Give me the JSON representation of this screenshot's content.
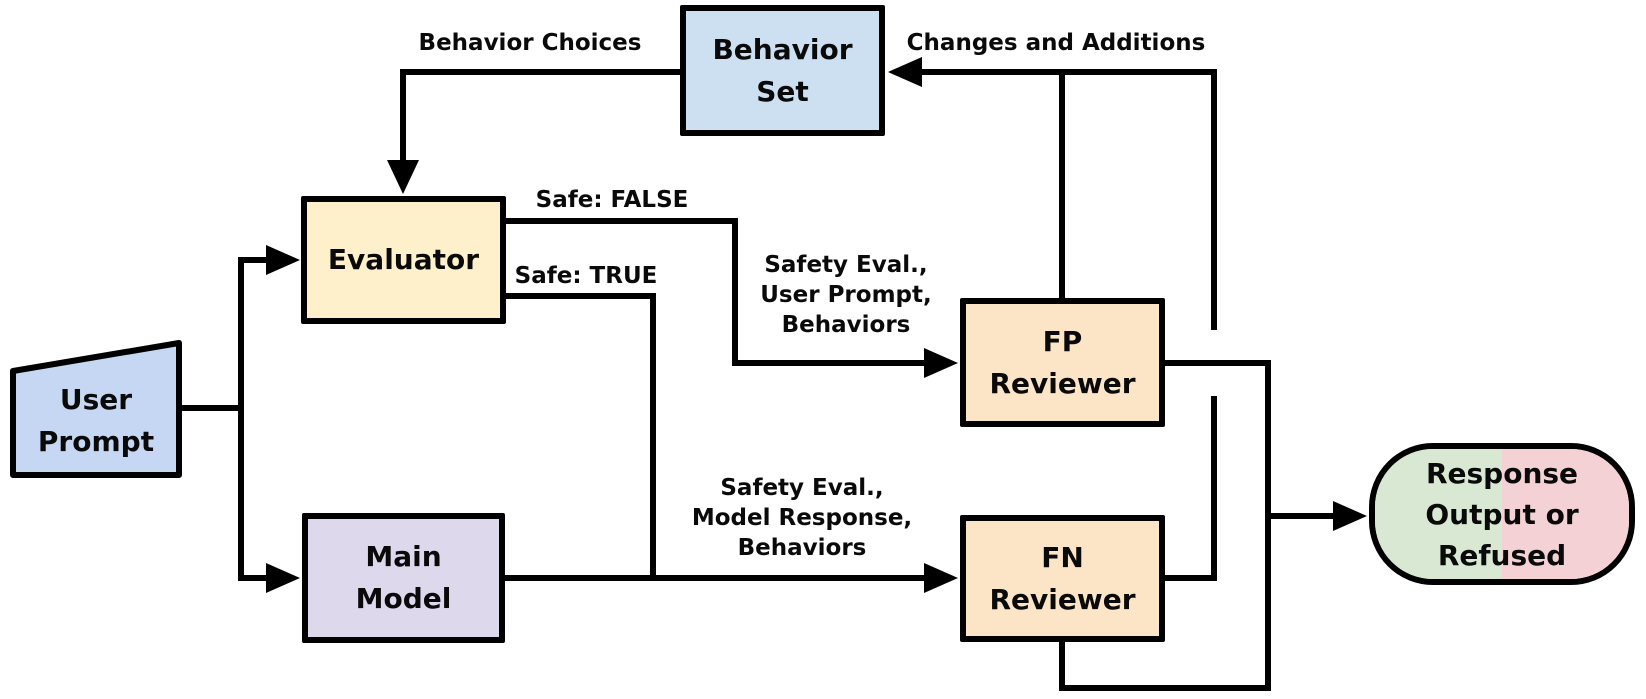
{
  "canvas": {
    "background": "#ffffff",
    "line_color": "#000000"
  },
  "nodes": {
    "user_prompt": {
      "label": "User\nPrompt",
      "fill": "#c5d7f2",
      "shape": "manual-input-trapezoid"
    },
    "evaluator": {
      "label": "Evaluator",
      "fill": "#fdf0ca",
      "shape": "rect"
    },
    "behavior_set": {
      "label": "Behavior\nSet",
      "fill": "#cde0f2",
      "shape": "rect"
    },
    "main_model": {
      "label": "Main\nModel",
      "fill": "#ded8ec",
      "shape": "rect"
    },
    "fp_reviewer": {
      "label": "FP\nReviewer",
      "fill": "#fce4c7",
      "shape": "rect"
    },
    "fn_reviewer": {
      "label": "FN\nReviewer",
      "fill": "#fce4c7",
      "shape": "rect"
    },
    "response_output": {
      "label": "Response\nOutput or\nRefused",
      "fill_left": "#d9e8d2",
      "fill_right": "#f4d1d4",
      "shape": "stadium"
    }
  },
  "edge_labels": {
    "behavior_choices": "Behavior Choices",
    "changes_and_additions": "Changes and Additions",
    "safe_false": "Safe: FALSE",
    "safe_true": "Safe: TRUE",
    "fp_reviewer_inputs": "Safety Eval.,\nUser Prompt,\nBehaviors",
    "fn_reviewer_inputs": "Safety Eval.,\nModel Response,\nBehaviors"
  }
}
